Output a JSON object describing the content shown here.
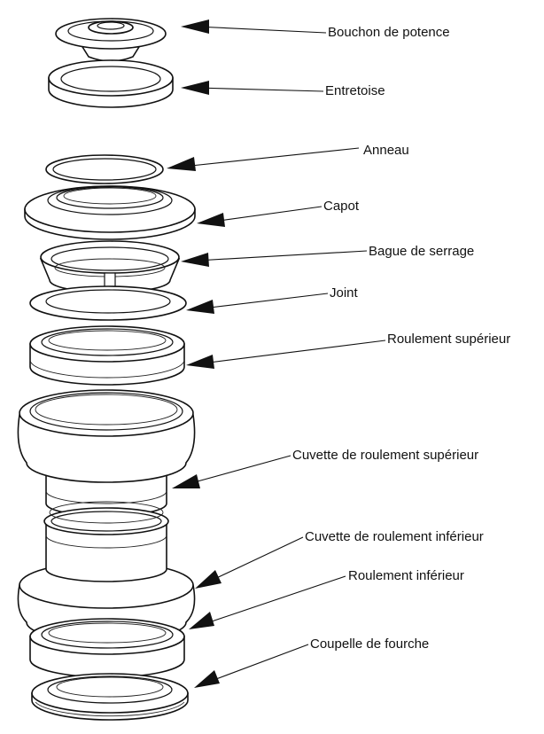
{
  "labels": {
    "stem_cap": "Bouchon de potence",
    "spacer": "Entretoise",
    "ring": "Anneau",
    "cover": "Capot",
    "compression_ring": "Bague de serrage",
    "seal": "Joint",
    "upper_bearing": "Roulement supérieur",
    "upper_cup": "Cuvette de roulement supérieur",
    "lower_cup": "Cuvette de roulement inférieur",
    "lower_bearing": "Roulement inférieur",
    "crown_race": "Coupelle de fourche"
  }
}
